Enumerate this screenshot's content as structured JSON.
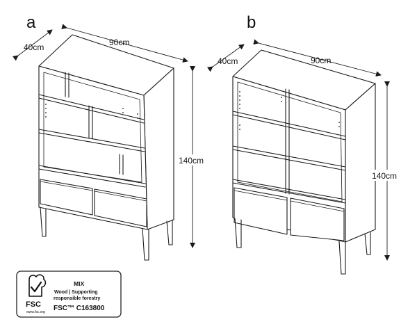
{
  "panels": {
    "a": {
      "letter": "a",
      "width_label": "90cm",
      "depth_label": "40cm",
      "height_label": "140cm"
    },
    "b": {
      "letter": "b",
      "width_label": "90cm",
      "depth_label": "40cm",
      "height_label": "140cm"
    }
  },
  "fsc": {
    "logo_text": "FSC",
    "mix": "MIX",
    "line1": "Wood | Supporting",
    "line2": "responsible forestry",
    "code": "FSC™ C163800",
    "url": "www.fsc.org",
    "icon": "fsc-tree-check-icon"
  }
}
